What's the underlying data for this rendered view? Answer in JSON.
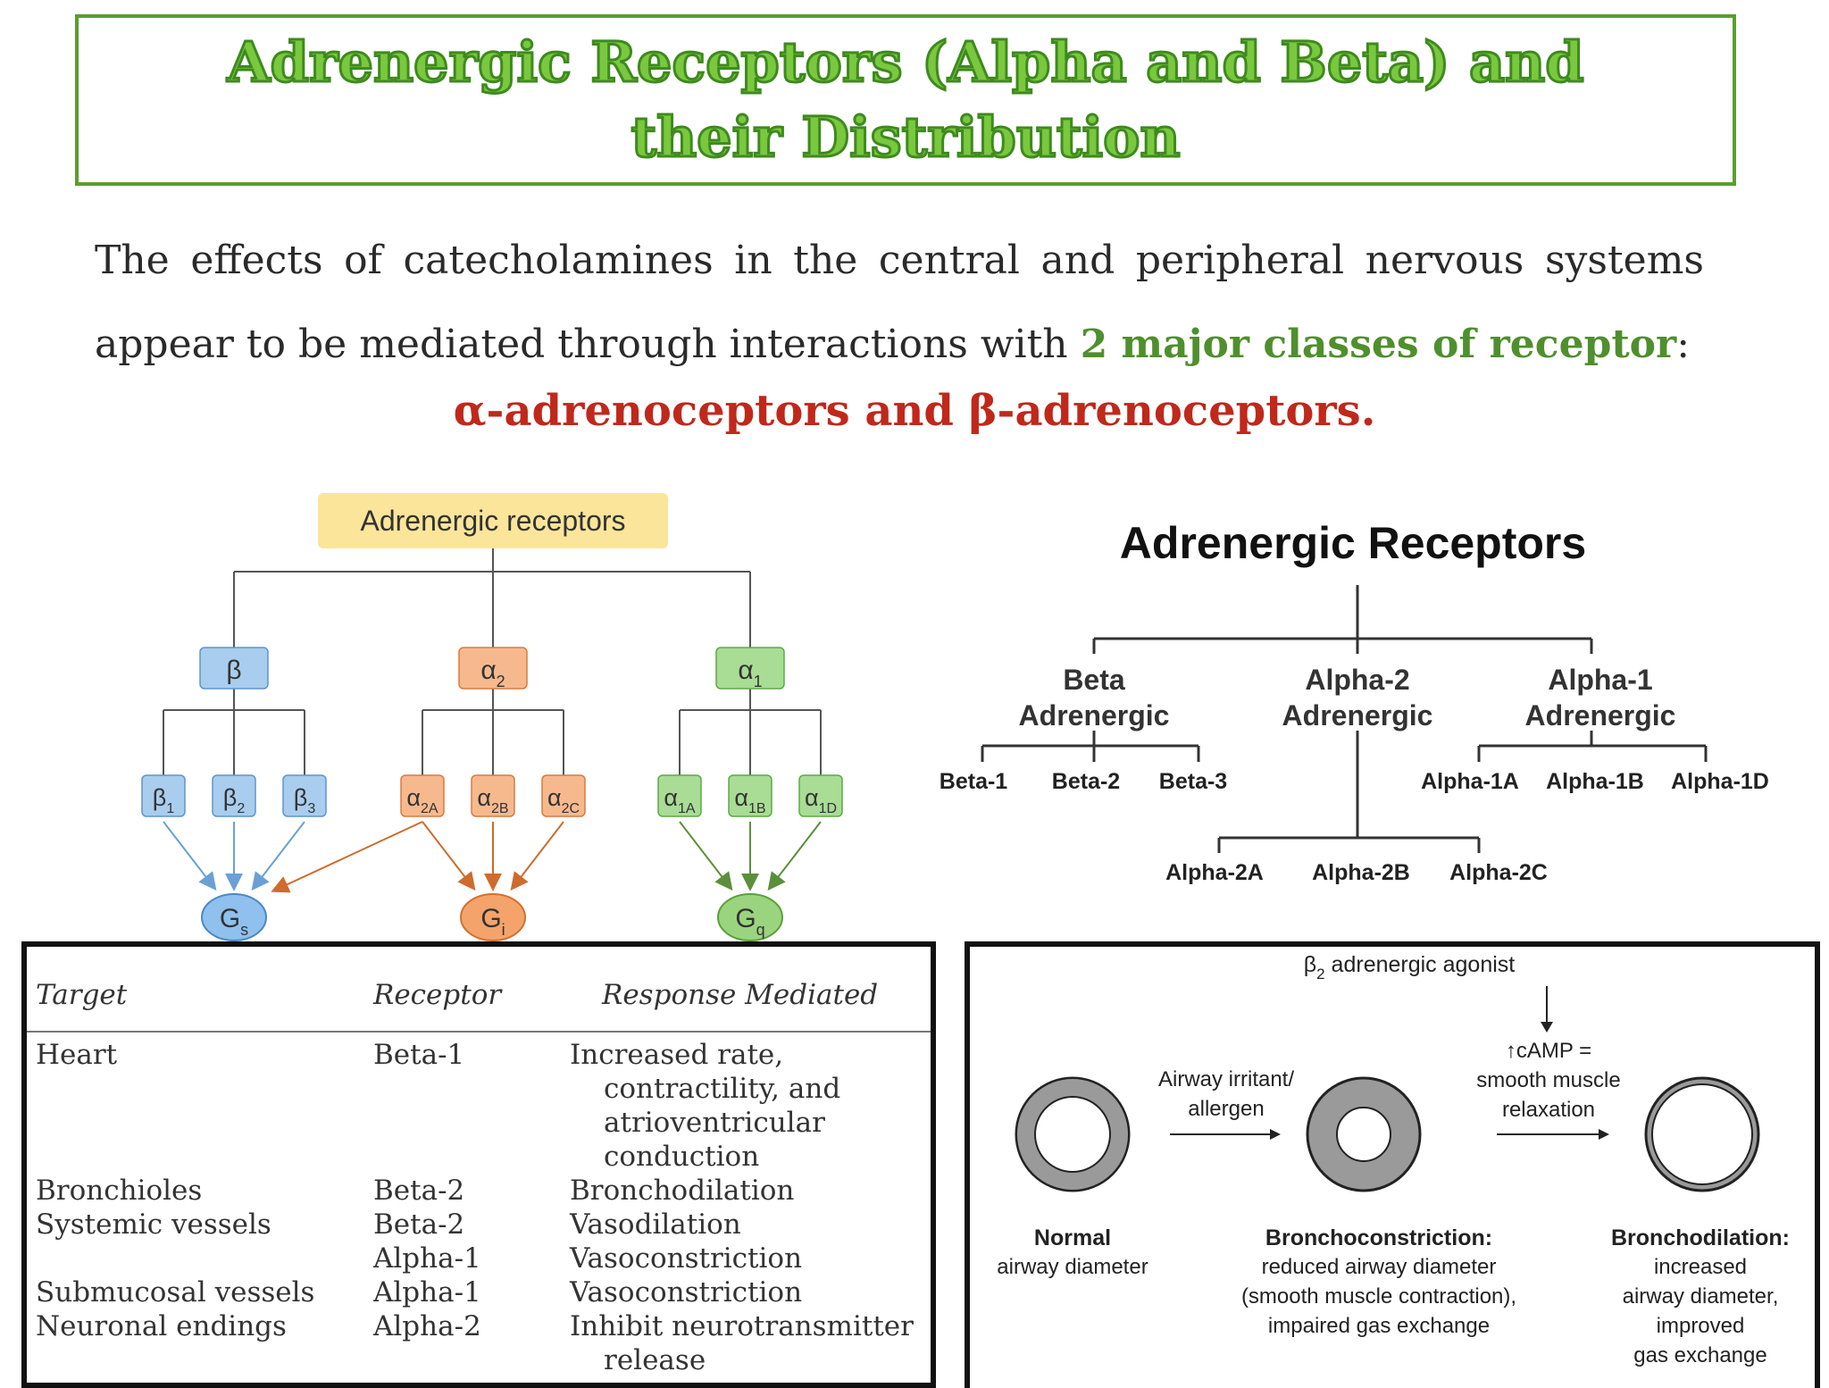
{
  "title": "Adrenergic Receptors (Alpha and Beta) and their Distribution",
  "intro": {
    "text_before": "The effects of catecholamines in the central and peripheral nervous systems appear to be mediated through interactions with ",
    "highlight": "2 major classes of receptor",
    "text_after": ":"
  },
  "subheading": "α-adrenoceptors and β-adrenoceptors.",
  "left_tree": {
    "root": "Adrenergic receptors",
    "groups": [
      {
        "label": "β",
        "sub": "",
        "color": "#a9cdee",
        "stroke": "#5f95c8",
        "arrow": "#6aa0d6",
        "children": [
          [
            "β",
            "1"
          ],
          [
            "β",
            "2"
          ],
          [
            "β",
            "3"
          ]
        ]
      },
      {
        "label": "α",
        "sub": "2",
        "color": "#f6b98e",
        "stroke": "#d97b3f",
        "arrow": "#cf6b2c",
        "children": [
          [
            "α",
            "2A"
          ],
          [
            "α",
            "2B"
          ],
          [
            "α",
            "2C"
          ]
        ]
      },
      {
        "label": "α",
        "sub": "1",
        "color": "#a9dc95",
        "stroke": "#5daa45",
        "arrow": "#5b8f3a",
        "children": [
          [
            "α",
            "1A"
          ],
          [
            "α",
            "1B"
          ],
          [
            "α",
            "1D"
          ]
        ]
      }
    ],
    "proteins": [
      {
        "label": "G",
        "sub": "s",
        "color": "#8fc0ee",
        "stroke": "#4d87c4"
      },
      {
        "label": "G",
        "sub": "i",
        "color": "#f4a36b",
        "stroke": "#d1712f"
      },
      {
        "label": "G",
        "sub": "q",
        "color": "#9bd47f",
        "stroke": "#5aa03c"
      }
    ]
  },
  "right_tree": {
    "title": "Adrenergic Receptors",
    "beta": {
      "line1": "Beta",
      "line2": "Adrenergic",
      "children": [
        "Beta-1",
        "Beta-2",
        "Beta-3"
      ]
    },
    "alpha2": {
      "line1": "Alpha-2",
      "line2": "Adrenergic",
      "children": [
        "Alpha-2A",
        "Alpha-2B",
        "Alpha-2C"
      ]
    },
    "alpha1": {
      "line1": "Alpha-1",
      "line2": "Adrenergic",
      "children": [
        "Alpha-1A",
        "Alpha-1B",
        "Alpha-1D"
      ]
    }
  },
  "table": {
    "headers": [
      "Target",
      "Receptor",
      "Response Mediated"
    ],
    "rows": [
      {
        "target": "Heart",
        "receptor": "Beta-1",
        "response": [
          "Increased rate,",
          "contractility, and",
          "atrioventricular",
          "conduction"
        ]
      },
      {
        "target": "Bronchioles",
        "receptor": "Beta-2",
        "response": [
          "Bronchodilation"
        ]
      },
      {
        "target": "Systemic vessels",
        "receptor": "Beta-2",
        "response": [
          "Vasodilation"
        ]
      },
      {
        "target": "",
        "receptor": "Alpha-1",
        "response": [
          "Vasoconstriction"
        ]
      },
      {
        "target": "Submucosal vessels",
        "receptor": "Alpha-1",
        "response": [
          "Vasoconstriction"
        ]
      },
      {
        "target": "Neuronal endings",
        "receptor": "Alpha-2",
        "response": [
          "Inhibit neurotransmitter",
          "release"
        ]
      }
    ]
  },
  "airway": {
    "agonist_prefix": "β",
    "agonist_sub": "2",
    "agonist_rest": " adrenergic agonist",
    "camp": [
      "↑cAMP =",
      "smooth muscle",
      "relaxation"
    ],
    "irritant": [
      "Airway irritant/",
      "allergen"
    ],
    "states": [
      {
        "bold": "Normal",
        "lines": [
          "airway diameter"
        ]
      },
      {
        "bold": "Bronchoconstriction:",
        "lines": [
          "reduced airway diameter",
          "(smooth muscle contraction),",
          "impaired gas exchange"
        ]
      },
      {
        "bold": "Bronchodilation:",
        "lines": [
          "increased",
          "airway diameter,",
          "improved",
          "gas exchange"
        ]
      }
    ]
  }
}
